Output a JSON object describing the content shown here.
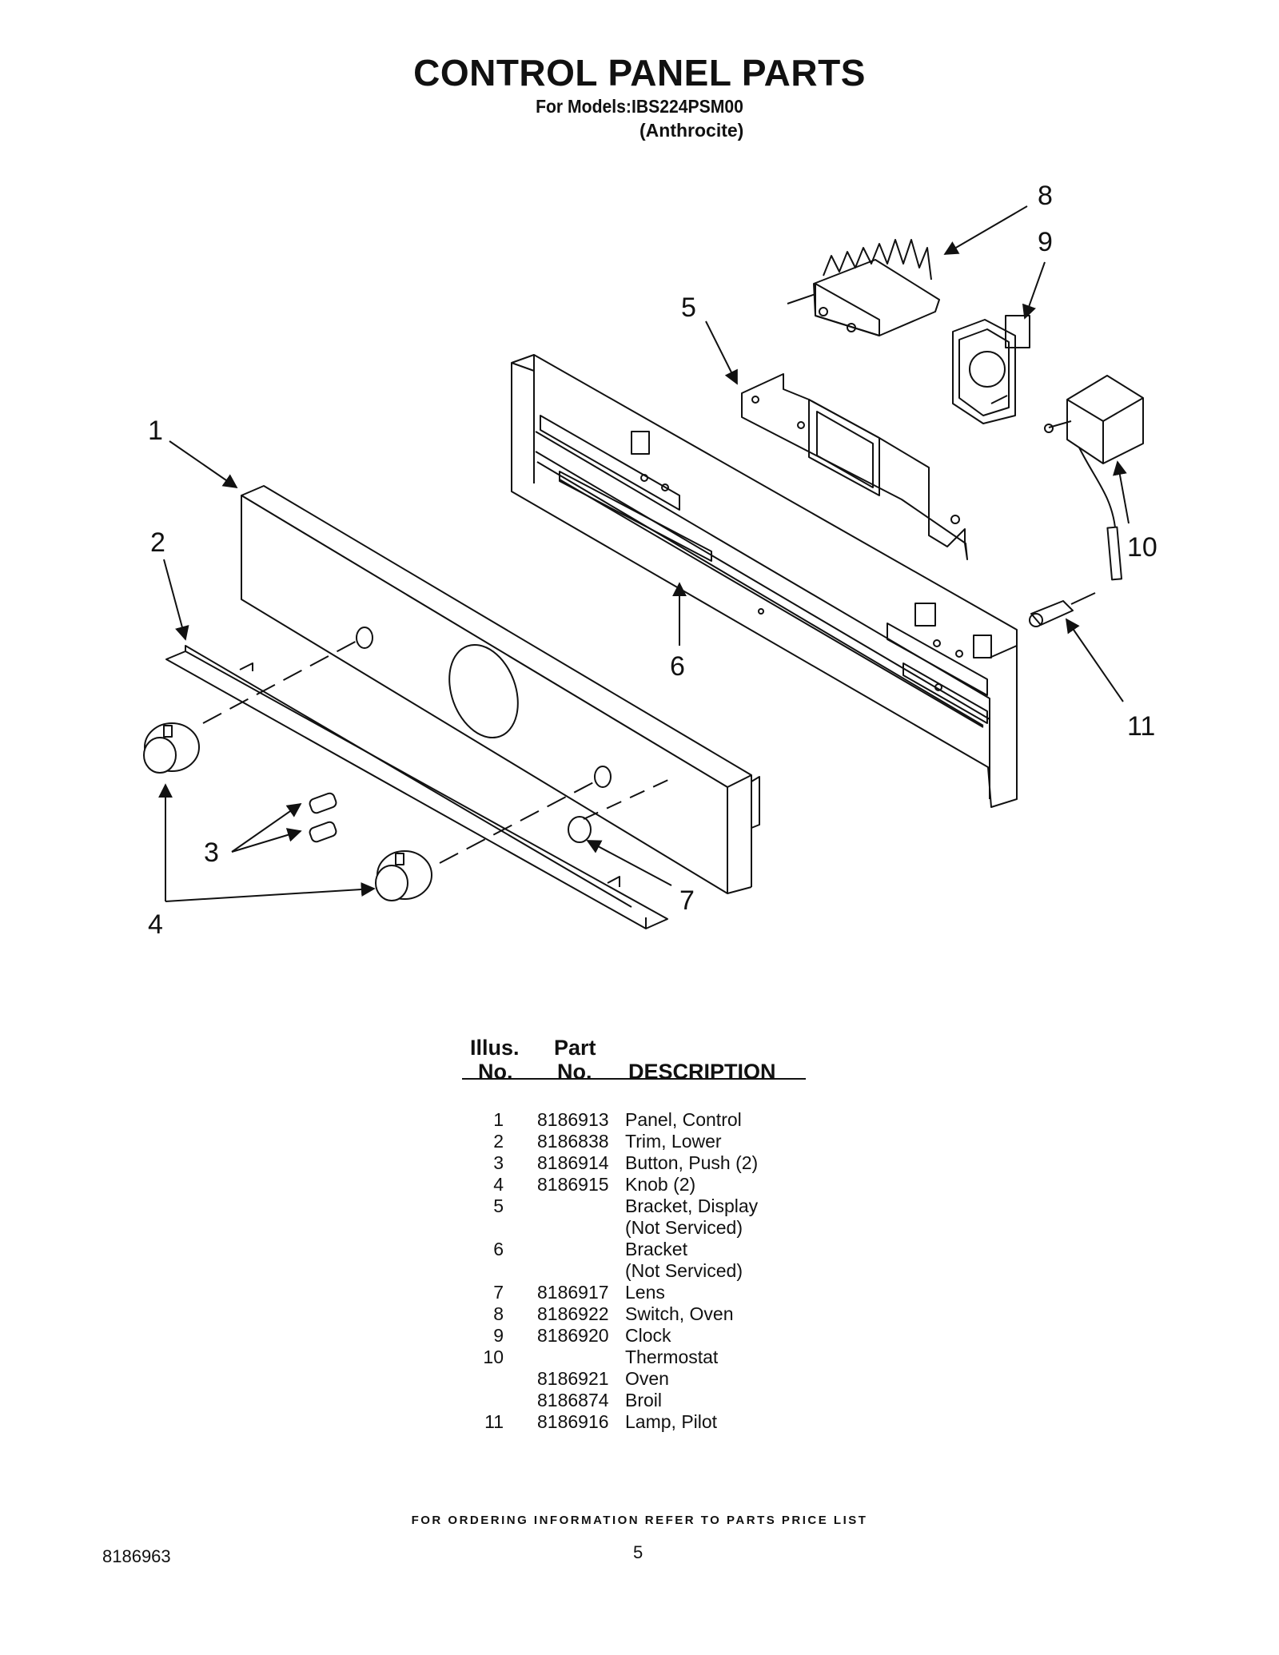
{
  "header": {
    "title": "CONTROL PANEL PARTS",
    "models_line": "For Models:IBS224PSM00",
    "color_line": "(Anthrocite)"
  },
  "diagram": {
    "callouts": [
      "1",
      "2",
      "3",
      "4",
      "5",
      "6",
      "7",
      "8",
      "9",
      "10",
      "11"
    ]
  },
  "table": {
    "headers": {
      "illus_top": "Illus.",
      "illus_bottom": "No.",
      "part_top": "Part",
      "part_bottom": "No.",
      "description": "DESCRIPTION"
    },
    "rows": [
      {
        "illus": "1",
        "part": "8186913",
        "desc": "Panel, Control"
      },
      {
        "illus": "2",
        "part": "8186838",
        "desc": "Trim, Lower"
      },
      {
        "illus": "3",
        "part": "8186914",
        "desc": "Button, Push (2)"
      },
      {
        "illus": "4",
        "part": "8186915",
        "desc": "Knob (2)"
      },
      {
        "illus": "5",
        "part": "",
        "desc": "Bracket, Display"
      },
      {
        "illus": "",
        "part": "",
        "desc": "(Not Serviced)"
      },
      {
        "illus": "6",
        "part": "",
        "desc": "Bracket"
      },
      {
        "illus": "",
        "part": "",
        "desc": "(Not Serviced)"
      },
      {
        "illus": "7",
        "part": "8186917",
        "desc": "Lens"
      },
      {
        "illus": "8",
        "part": "8186922",
        "desc": "Switch, Oven"
      },
      {
        "illus": "9",
        "part": "8186920",
        "desc": "Clock"
      },
      {
        "illus": "10",
        "part": "",
        "desc": "Thermostat"
      },
      {
        "illus": "",
        "part": "8186921",
        "desc": "Oven"
      },
      {
        "illus": "",
        "part": "8186874",
        "desc": "Broil"
      },
      {
        "illus": "11",
        "part": "8186916",
        "desc": "Lamp, Pilot"
      }
    ]
  },
  "footer": {
    "ordering_note": "FOR ORDERING INFORMATION REFER TO PARTS PRICE LIST",
    "doc_number": "8186963",
    "page_number": "5"
  }
}
